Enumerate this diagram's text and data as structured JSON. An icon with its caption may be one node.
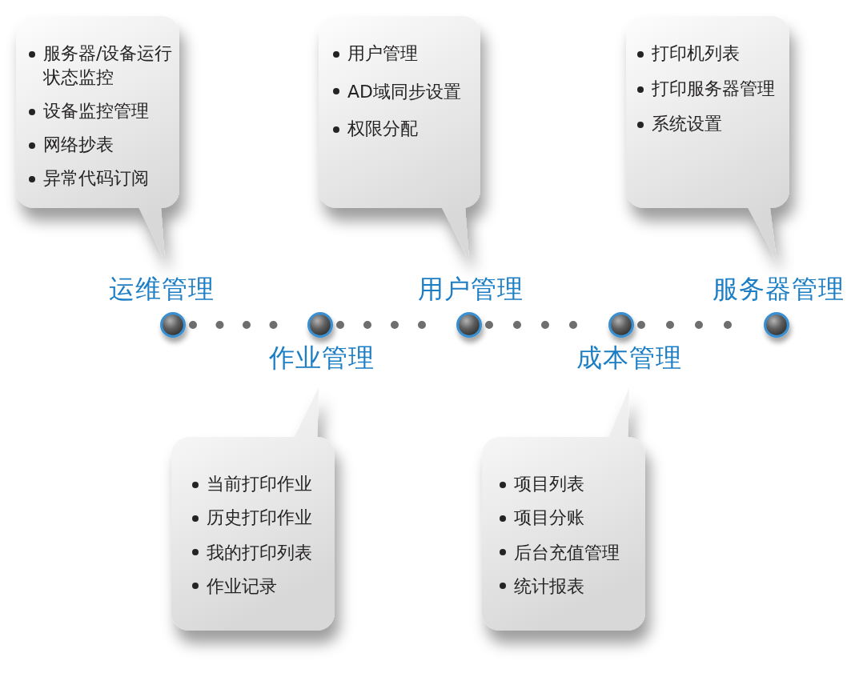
{
  "diagram": {
    "nodes": [
      {
        "text": [
          "服务器/设备运行状态监控",
          "设备监控管理",
          "网络抄表",
          "异常代码订阅"
        ]
      },
      {
        "text": [
          "用户管理",
          "AD域同步设置",
          "权限分配"
        ]
      },
      {
        "text": [
          "打印机列表",
          "打印服务器管理",
          "系统设置"
        ]
      },
      {
        "text": [],
        "shape": "circle",
        "beside": [
          "运维管理"
        ]
      },
      {
        "text": [],
        "shape": "circle",
        "beside": [
          "作业管理"
        ]
      },
      {
        "text": [],
        "shape": "circle",
        "beside": [
          "用户管理"
        ]
      },
      {
        "text": [],
        "shape": "circle",
        "beside": [
          "成本管理"
        ]
      },
      {
        "text": [],
        "shape": "circle",
        "beside": [
          "服务器管理"
        ]
      },
      {
        "text": [
          "当前打印作业",
          "历史打印作业",
          "我的打印列表",
          "作业记录"
        ]
      },
      {
        "text": [
          "项目列表",
          "项目分账",
          "后台充值管理",
          "统计报表"
        ]
      }
    ],
    "edges": [
      {
        "from": 3,
        "to": 4,
        "arrow": "none",
        "style": "dashed"
      },
      {
        "from": 4,
        "to": 5,
        "arrow": "none",
        "style": "dashed"
      },
      {
        "from": 5,
        "to": 6,
        "arrow": "none",
        "style": "dashed"
      },
      {
        "from": 6,
        "to": 7,
        "arrow": "none",
        "style": "dashed"
      }
    ]
  }
}
